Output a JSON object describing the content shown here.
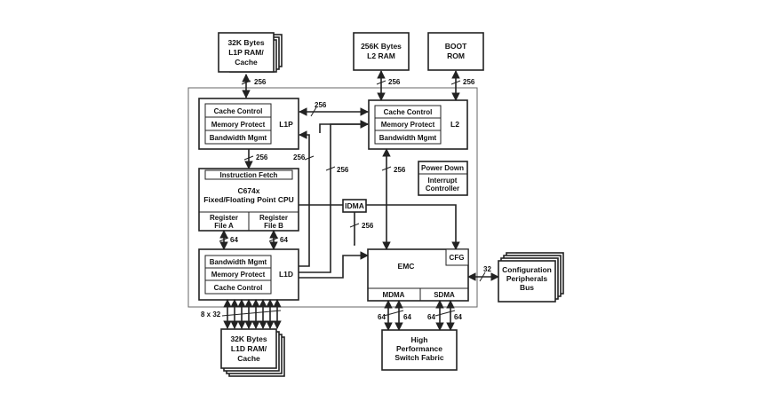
{
  "diagram": {
    "l1p_ram": {
      "line1": "32K Bytes",
      "line2": "L1P RAM/",
      "line3": "Cache"
    },
    "l2_ram": {
      "line1": "256K Bytes",
      "line2": "L2 RAM"
    },
    "boot_rom": {
      "line1": "BOOT",
      "line2": "ROM"
    },
    "l1p": {
      "name": "L1P",
      "rows": [
        "Cache Control",
        "Memory Protect",
        "Bandwidth Mgmt"
      ]
    },
    "l2": {
      "name": "L2",
      "rows": [
        "Cache Control",
        "Memory Protect",
        "Bandwidth Mgmt"
      ]
    },
    "cpu": {
      "fetch": "Instruction Fetch",
      "line1": "C674x",
      "line2": "Fixed/Floating Point CPU",
      "reg_a1": "Register",
      "reg_a2": "File A",
      "reg_b1": "Register",
      "reg_b2": "File B"
    },
    "l1d": {
      "name": "L1D",
      "rows": [
        "Bandwidth Mgmt",
        "Memory Protect",
        "Cache Control"
      ]
    },
    "power_down": "Power Down",
    "interrupt": {
      "line1": "Interrupt",
      "line2": "Controller"
    },
    "idma": "IDMA",
    "emc": {
      "name": "EMC",
      "cfg": "CFG",
      "mdma": "MDMA",
      "sdma": "SDMA"
    },
    "cfg_bus": {
      "line1": "Configuration",
      "line2": "Peripherals",
      "line3": "Bus"
    },
    "switch_fabric": {
      "line1": "High",
      "line2": "Performance",
      "line3": "Switch Fabric"
    },
    "l1d_ram": {
      "line1": "32K Bytes",
      "line2": "L1D RAM/",
      "line3": "Cache"
    },
    "bus_labels": {
      "l1p_ram": "256",
      "l2_ram": "256",
      "boot_rom": "256",
      "l1p_l2": "256",
      "l1p_cpu": "256",
      "l2_l1p": "256",
      "idma_l2": "256",
      "l2_emc": "256",
      "idma_emc": "256",
      "reg_a": "64",
      "reg_b": "64",
      "cfg_bus": "32",
      "mdma_a": "64",
      "mdma_b": "64",
      "sdma_a": "64",
      "sdma_b": "64",
      "l1d_ram": "8 x 32"
    }
  }
}
